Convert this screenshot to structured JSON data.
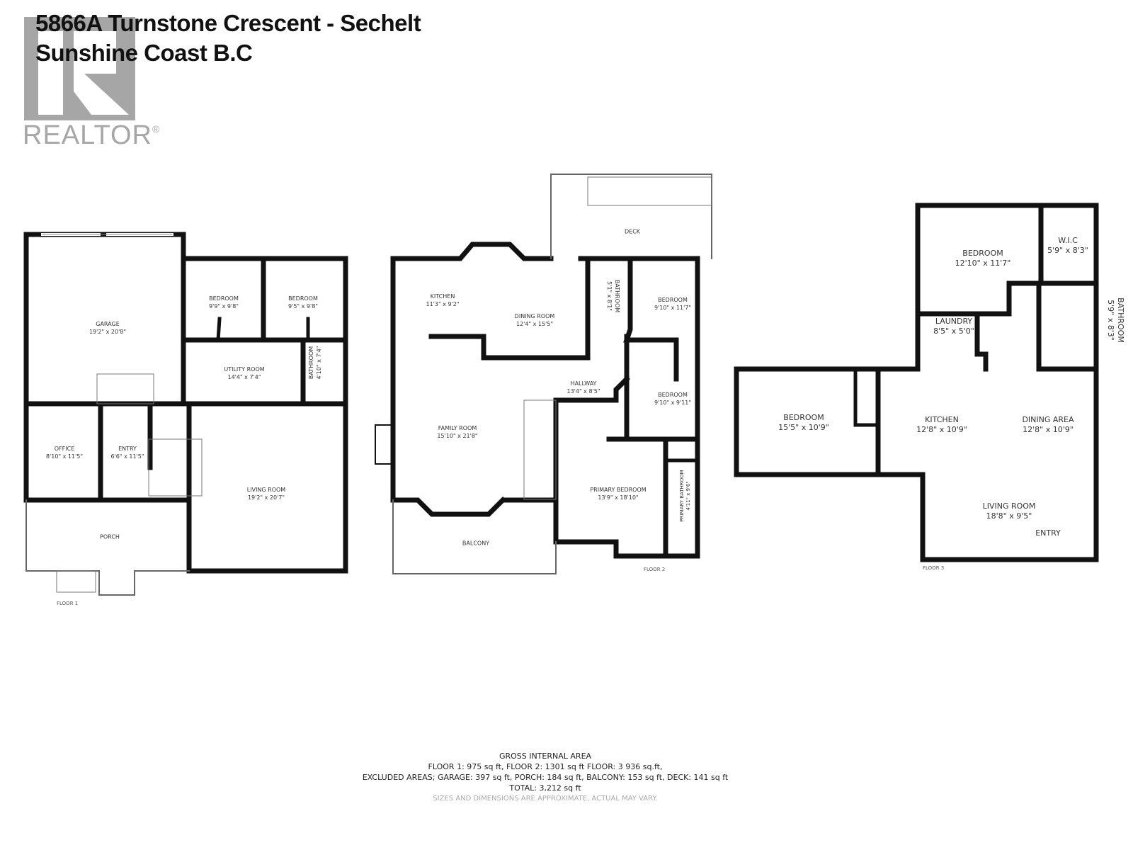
{
  "header": {
    "address_line1": "5866A Turnstone Crescent - Sechelt",
    "address_line2": "Sunshine Coast B.C",
    "logo_text": "REALTOR",
    "logo_mark": "®"
  },
  "floors": [
    {
      "label": "FLOOR 1",
      "rooms": [
        {
          "name": "GARAGE",
          "dims": "19'2\" x 20'8\""
        },
        {
          "name": "BEDROOM",
          "dims": "9'9\" x 9'8\""
        },
        {
          "name": "BEDROOM",
          "dims": "9'5\" x 9'8\""
        },
        {
          "name": "UTILITY ROOM",
          "dims": "14'4\" x 7'4\""
        },
        {
          "name": "BATHROOM",
          "dims": "4'10\" x 7'4\""
        },
        {
          "name": "OFFICE",
          "dims": "8'10\" x 11'5\""
        },
        {
          "name": "ENTRY",
          "dims": "6'6\" x 11'5\""
        },
        {
          "name": "LIVING ROOM",
          "dims": "19'2\" x 20'7\""
        },
        {
          "name": "PORCH",
          "dims": ""
        }
      ]
    },
    {
      "label": "FLOOR 2",
      "rooms": [
        {
          "name": "DECK",
          "dims": ""
        },
        {
          "name": "KITCHEN",
          "dims": "11'3\" x 9'2\""
        },
        {
          "name": "DINING ROOM",
          "dims": "12'4\" x 15'5\""
        },
        {
          "name": "BATHROOM",
          "dims": "5'1\" x 8'1\""
        },
        {
          "name": "BEDROOM",
          "dims": "9'10\" x 11'7\""
        },
        {
          "name": "HALLWAY",
          "dims": "13'4\" x 8'5\""
        },
        {
          "name": "BEDROOM",
          "dims": "9'10\" x 9'11\""
        },
        {
          "name": "FAMILY ROOM",
          "dims": "15'10\" x 21'8\""
        },
        {
          "name": "PRIMARY BEDROOM",
          "dims": "13'9\" x 18'10\""
        },
        {
          "name": "PRIMARY BATHROOM",
          "dims": "4'11\" x 9'6\""
        },
        {
          "name": "BALCONY",
          "dims": ""
        }
      ]
    },
    {
      "label": "FLOOR 3",
      "rooms": [
        {
          "name": "BEDROOM",
          "dims": "12'10\" x 11'7\""
        },
        {
          "name": "W.I.C",
          "dims": "5'9\" x 8'3\""
        },
        {
          "name": "BATHROOM",
          "dims": "5'9\" x 8'3\""
        },
        {
          "name": "LAUNDRY",
          "dims": "8'5\" x 5'0\""
        },
        {
          "name": "BEDROOM",
          "dims": "15'5\" x 10'9\""
        },
        {
          "name": "KITCHEN",
          "dims": "12'8\" x 10'9\""
        },
        {
          "name": "DINING AREA",
          "dims": "12'8\" x 10'9\""
        },
        {
          "name": "LIVING ROOM",
          "dims": "18'8\" x 9'5\""
        },
        {
          "name": "ENTRY",
          "dims": ""
        }
      ]
    }
  ],
  "summary": {
    "heading": "GROSS INTERNAL AREA",
    "line1": "FLOOR 1: 975 sq ft, FLOOR 2: 1301 sq ft FLOOR: 3 936 sq.ft,",
    "line2": "EXCLUDED AREAS; GARAGE: 397 sq ft, PORCH: 184 sq ft, BALCONY: 153 sq ft, DECK: 141 sq ft",
    "total": "TOTAL: 3,212 sq ft",
    "disclaimer": "SIZES AND DIMENSIONS ARE APPROXIMATE, ACTUAL MAY VARY."
  },
  "colors": {
    "wall": "#111111",
    "logo_gray": "#a6a6a6",
    "disclaimer_gray": "#aaaaaa"
  }
}
